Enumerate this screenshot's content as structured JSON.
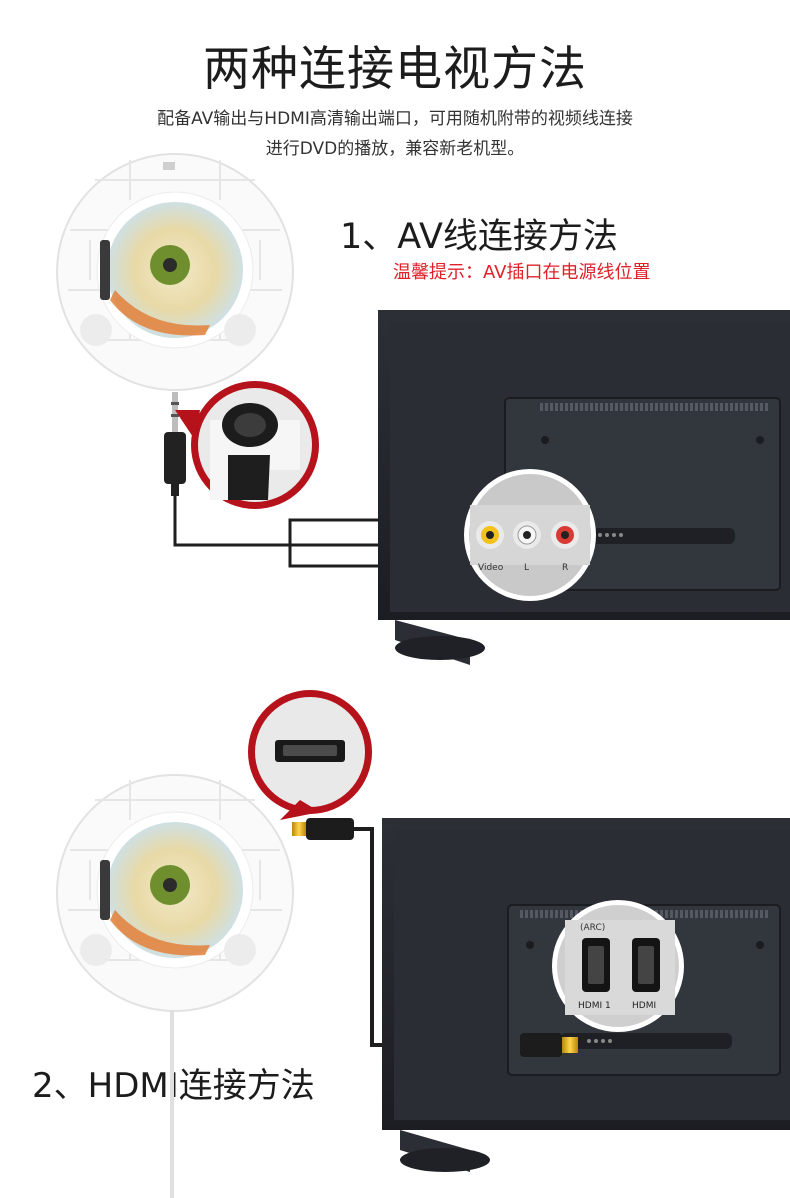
{
  "title": "两种连接电视方法",
  "subtitle_line1": "配备AV输出与HDMI高清输出端口，可用随机附带的视频线连接",
  "subtitle_line2": "进行DVD的播放，兼容新老机型。",
  "av_section": {
    "heading": "1、AV线连接方法",
    "tip": "温馨提示：AV插口在电源线位置",
    "port_labels": [
      "Video",
      "L",
      "R"
    ]
  },
  "hdmi_section": {
    "heading": "2、HDMI连接方法",
    "port_labels": [
      "HDMI 1",
      "HDMI"
    ],
    "arc_label": "(ARC)"
  },
  "colors": {
    "accent_red": "#e0212a",
    "tv_dark": "#23262c",
    "callout_border": "#b5121b"
  }
}
